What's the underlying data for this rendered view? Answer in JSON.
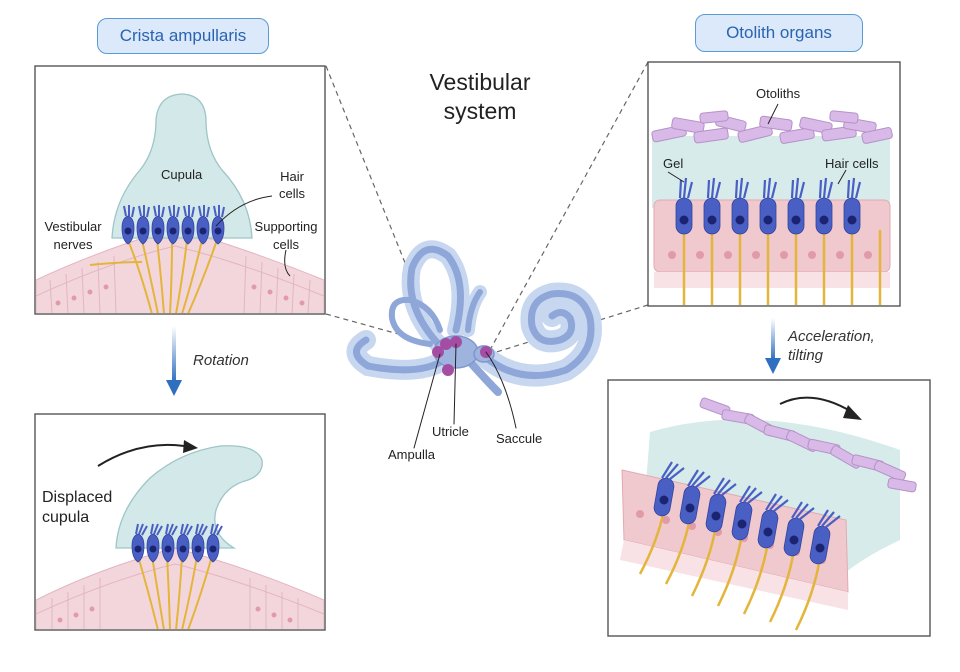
{
  "header": {
    "title_line1": "Vestibular",
    "title_line2": "system"
  },
  "crista": {
    "pill_label": "Crista ampullaris",
    "cupula": "Cupula",
    "hair_cells_line1": "Hair",
    "hair_cells_line2": "cells",
    "vestibular_nerves_line1": "Vestibular",
    "vestibular_nerves_line2": "nerves",
    "supporting_cells_line1": "Supporting",
    "supporting_cells_line2": "cells",
    "rotation": "Rotation",
    "displaced_line1": "Displaced",
    "displaced_line2": "cupula"
  },
  "otolith": {
    "pill_label": "Otolith organs",
    "otoliths": "Otoliths",
    "gel": "Gel",
    "hair_cells": "Hair cells",
    "accel_line1": "Acceleration,",
    "accel_line2": "tilting"
  },
  "ear": {
    "ampulla": "Ampulla",
    "utricle": "Utricle",
    "saccule": "Saccule"
  },
  "colors": {
    "cupula_fill": "#d3e8e8",
    "tissue_pink": "#f3d6dc",
    "hair_cell_blue": "#4a5fc4",
    "nerve_gold": "#e3b53a",
    "otolith_purple": "#d8b9e8",
    "arrow_blue": "#2f6fbf",
    "ear_blue": "#8ea6d8"
  }
}
